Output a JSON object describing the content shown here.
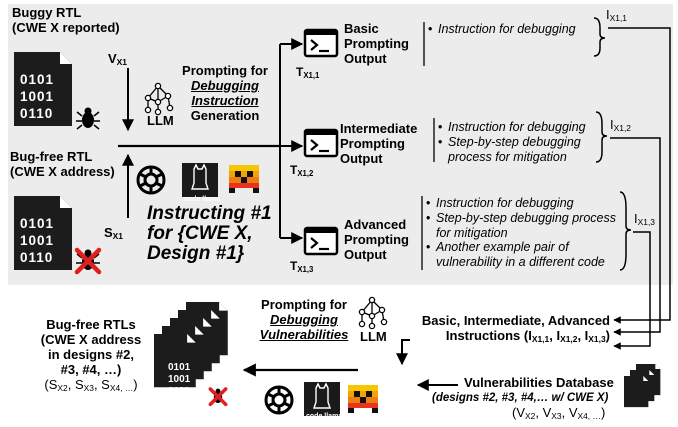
{
  "top": {
    "buggy_rtl_title_line1": "Buggy RTL",
    "buggy_rtl_title_line2": "(CWE X reported)",
    "v_x1": "V",
    "v_x1_sub": "X1",
    "bugfree_rtl_title_line1": "Bug-free RTL",
    "bugfree_rtl_title_line2": "(CWE X address)",
    "s_x1": "S",
    "s_x1_sub": "X1",
    "prompting_for": "Prompting for",
    "debugging": "Debugging",
    "instruction": "Instruction",
    "generation": "Generation",
    "instructing_line1": "Instructing #1",
    "instructing_line2": "for {CWE X,",
    "instructing_line3": "Design #1}",
    "llm_label": "LLM",
    "code_llama_label": "code llama",
    "binary_rows": [
      "0101",
      "1001",
      "0110"
    ]
  },
  "outputs": [
    {
      "title_lines": [
        "Basic",
        "Prompting",
        "Output"
      ],
      "t_label": "T",
      "t_sub": "X1,1",
      "i_label": "I",
      "i_sub": "X1,1",
      "bullets": [
        "Instruction for debugging"
      ]
    },
    {
      "title_lines": [
        "Intermediate",
        "Prompting",
        "Output"
      ],
      "t_label": "T",
      "t_sub": "X1,2",
      "i_label": "I",
      "i_sub": "X1,2",
      "bullets": [
        "Instruction for debugging",
        "Step-by-step debugging",
        "process for mitigation"
      ]
    },
    {
      "title_lines": [
        "Advanced",
        "Prompting",
        "Output"
      ],
      "t_label": "T",
      "t_sub": "X1,3",
      "i_label": "I",
      "i_sub": "X1,3",
      "bullets": [
        "Instruction for debugging",
        "Step-by-step debugging process",
        "for mitigation",
        "Another example pair of",
        "vulnerability in a different code"
      ]
    }
  ],
  "bottom": {
    "instructions_line1": "Basic, Intermediate, Advanced",
    "instructions_line2_prefix": "Instructions (",
    "instructions_items": [
      {
        "label": "I",
        "sub": "X1,1"
      },
      {
        "label": "I",
        "sub": "X1,2"
      },
      {
        "label": "I",
        "sub": "X1,3"
      }
    ],
    "prompting_for": "Prompting for",
    "debugging": "Debugging",
    "vulnerabilities": "Vulnerabilities",
    "llm_label": "LLM",
    "code_llama_label": "code llama",
    "bugfree_rtls_lines": [
      "Bug-free RTLs",
      "(CWE X address",
      "in designs #2,",
      "#3, #4, …)"
    ],
    "s_items": [
      {
        "label": "S",
        "sub": "X2"
      },
      {
        "label": "S",
        "sub": "X3"
      },
      {
        "label": "S",
        "sub": "X4, …"
      }
    ],
    "vuln_db_title": "Vulnerabilities Database",
    "vuln_db_sub": "(designs #2, #3, #4,… w/ CWE X)",
    "v_items": [
      {
        "label": "V",
        "sub": "X2"
      },
      {
        "label": "V",
        "sub": "X3"
      },
      {
        "label": "V",
        "sub": "X4, …"
      }
    ]
  },
  "colors": {
    "panel": "#ececec",
    "bug_red": "#e02020",
    "llama_fill": "#1a1a1a",
    "mistral_orange": "#f2a20a",
    "mistral_red": "#e8341c"
  }
}
